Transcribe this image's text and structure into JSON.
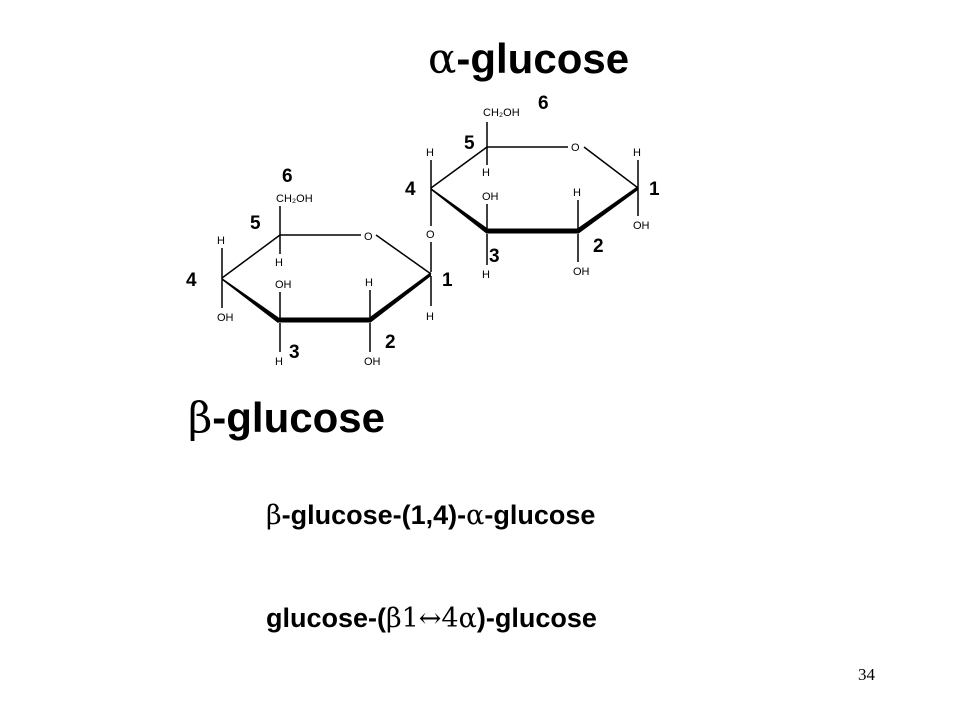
{
  "titles": {
    "alpha_symbol": "α",
    "alpha_text": "-glucose",
    "beta_symbol": "β",
    "beta_text": "-glucose"
  },
  "formulas": {
    "line1": {
      "beta": "β",
      "part1": "-glucose-(1,4)-",
      "alpha": "α",
      "part2": "-glucose"
    },
    "line2": {
      "prefix": "glucose-(",
      "linkage": "β1↔4α",
      "suffix": ")-glucose"
    }
  },
  "diagram": {
    "upper_ring": {
      "carbon_numbers": [
        "1",
        "2",
        "3",
        "4",
        "5",
        "6"
      ],
      "ring_oxygen": "O",
      "atoms": {
        "ch2oh": "CH₂OH",
        "h_c5": "H",
        "h_c4": "H",
        "h_c3": "H",
        "oh_c3": "OH",
        "h_c2": "H",
        "oh_c2": "OH",
        "h_c1": "H",
        "oh_c1": "OH"
      }
    },
    "lower_ring": {
      "carbon_numbers": [
        "1",
        "2",
        "3",
        "4",
        "5",
        "6"
      ],
      "ring_oxygen": "O",
      "atoms": {
        "ch2oh": "CH₂OH",
        "h_c5": "H",
        "h_c4": "H",
        "oh_c4": "OH",
        "h_c3": "H",
        "oh_c3": "OH",
        "h_c2": "H",
        "oh_c2": "OH",
        "h_c1": "H"
      }
    },
    "bridge_oxygen": "O"
  },
  "slide_number": "34"
}
